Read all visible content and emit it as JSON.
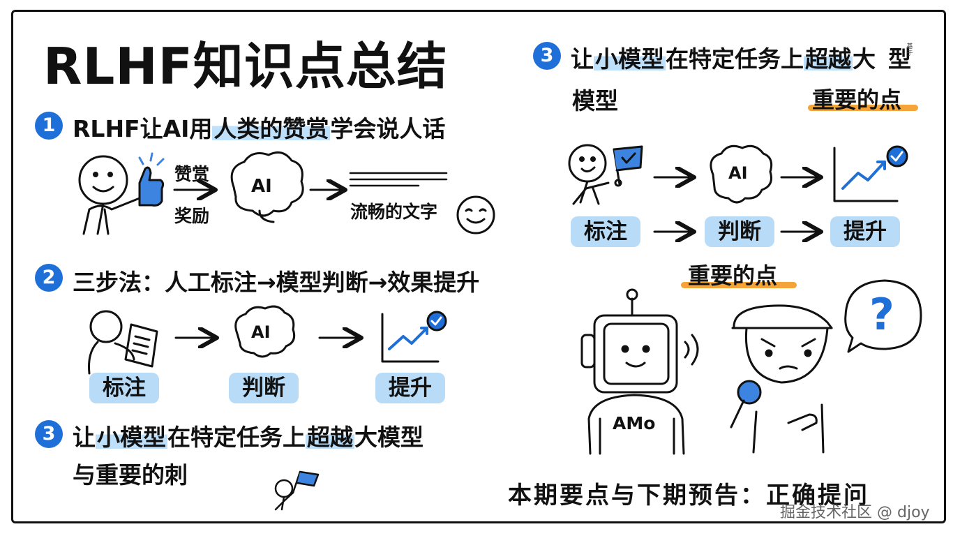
{
  "title": "RLHF知识点总结",
  "sections": [
    {
      "num": "1",
      "pre": "RLHF让AI用",
      "hl": "人类的赞赏",
      "post": "学会说人话"
    },
    {
      "num": "2",
      "text": "三步法：人工标注→模型判断→效果提升"
    },
    {
      "num": "3",
      "pre": "让",
      "hl1": "小模型",
      "mid": "在特定任务上",
      "hl2": "超越",
      "post": "大模型",
      "line2": "与重要的刺"
    }
  ],
  "diagram1": {
    "arrow_top": "赞赏",
    "arrow_bottom": "奖励",
    "ai": "AI",
    "output": "流畅的文字"
  },
  "steps": [
    "标注",
    "判断",
    "提升"
  ],
  "right": {
    "num": "3",
    "pre": "让",
    "hl1": "小模型",
    "mid": "在特定任务上",
    "hl2": "超越",
    "post": "大",
    "tiny": "基\n于",
    "post2": "型",
    "line2": "模型"
  },
  "important": [
    "重要的点",
    "重要的点"
  ],
  "robot_label": "AMo",
  "question_mark": "?",
  "footer": "本期要点与下期预告：正确提问",
  "watermark": "掘金技术社区 @ djoy",
  "colors": {
    "accent": "#1f6fd8",
    "highlight": "#bfe0fa",
    "pill": "#b8dcf8",
    "underline": "#f5a43a"
  }
}
